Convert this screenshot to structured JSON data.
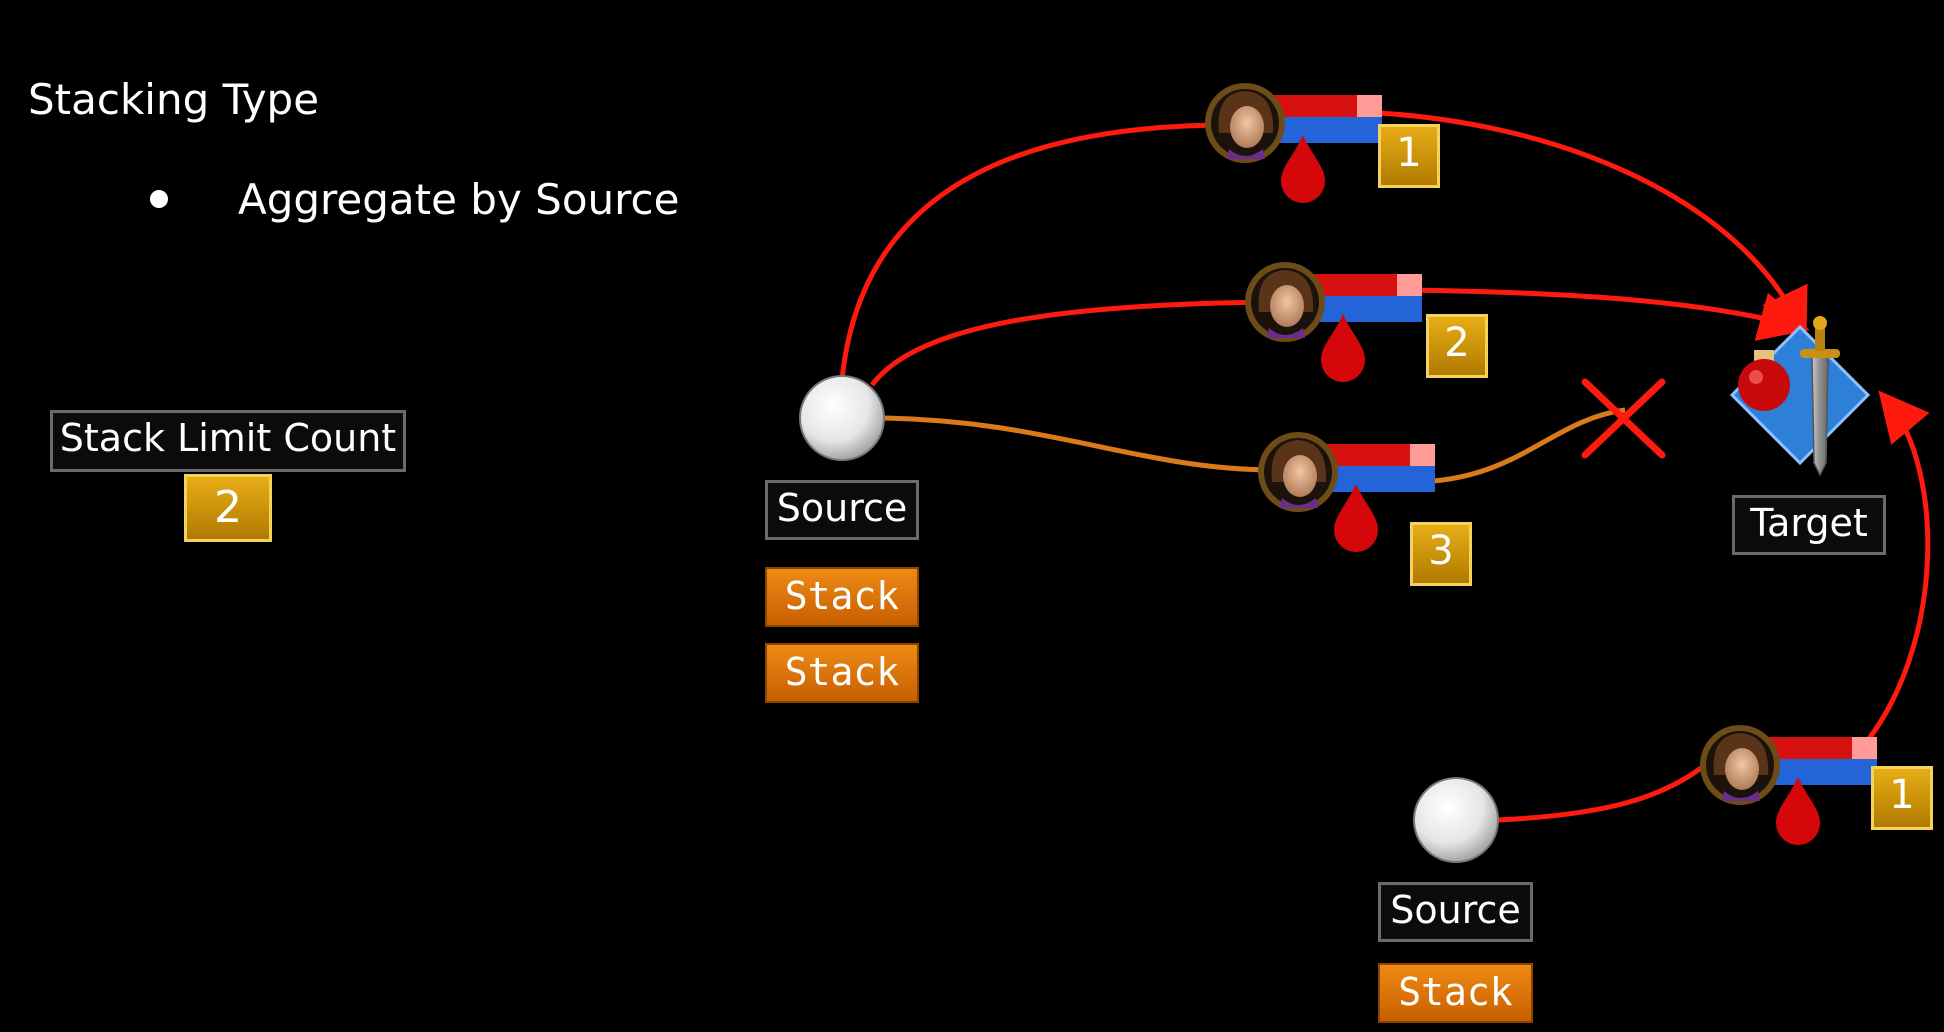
{
  "heading": "Stacking Type",
  "bullet": "Aggregate by Source",
  "limit": {
    "label": "Stack Limit Count",
    "value": "2"
  },
  "source_label": "Source",
  "target_label": "Target",
  "stack_label": "Stack",
  "badges": [
    "1",
    "2",
    "3",
    "1"
  ],
  "colors": {
    "connector": "#ff1a10",
    "rejected": "#d97a1c",
    "stack": "#e07c10",
    "badge": "#d39b0a"
  }
}
